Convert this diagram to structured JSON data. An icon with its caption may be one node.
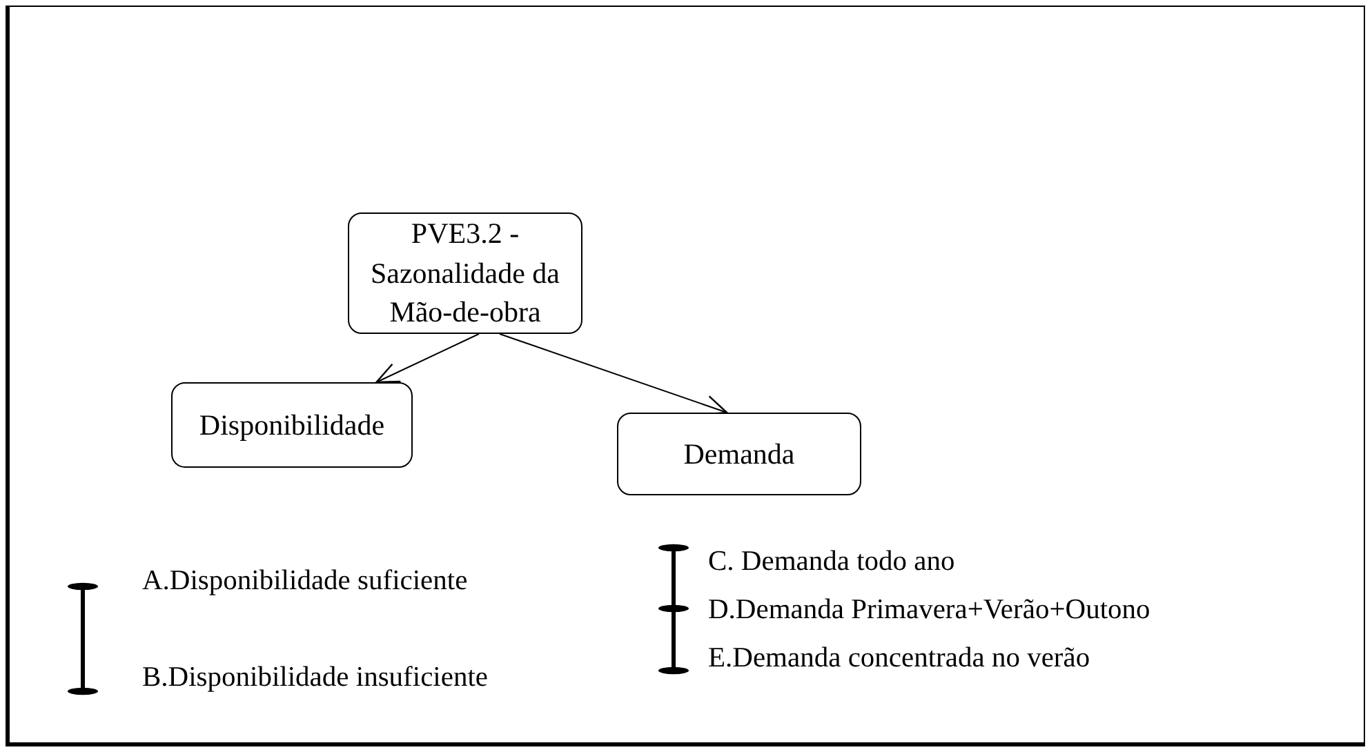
{
  "diagram": {
    "nodes": [
      {
        "text": [
          "PVE3.2 - Sazonalidade da Mão-de-obra"
        ]
      },
      {
        "text": [
          "Disponibilidade"
        ]
      },
      {
        "text": [
          "Demanda"
        ]
      }
    ],
    "edges": [
      {
        "from": 0,
        "to": 1,
        "arrow": "to"
      },
      {
        "from": 0,
        "to": 2,
        "arrow": "to"
      }
    ],
    "labels": [
      "A.Disponibilidade suficiente",
      "B.Disponibilidade insuficiente",
      "C. Demanda todo ano",
      "D.Demanda Primavera+Verão+Outono",
      "E.Demanda concentrada no verão"
    ]
  }
}
